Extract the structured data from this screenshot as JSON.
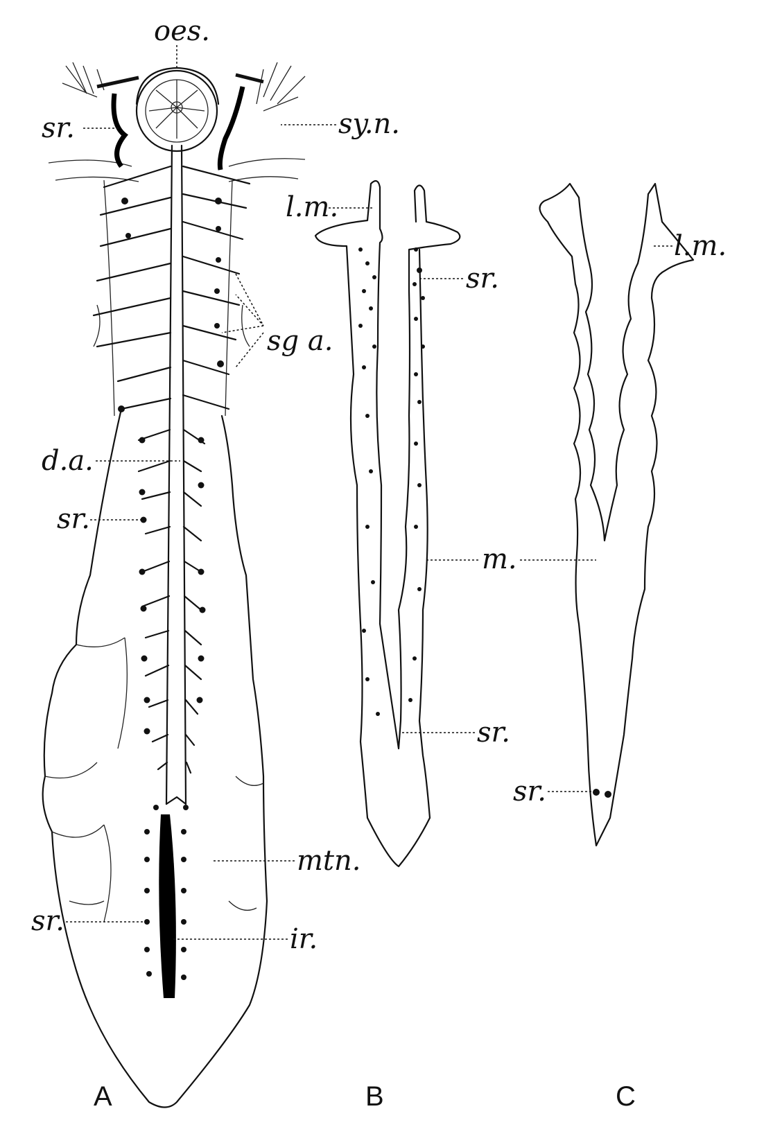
{
  "figure": {
    "panels": [
      {
        "id": "A",
        "caption": "A"
      },
      {
        "id": "B",
        "caption": "B"
      },
      {
        "id": "C",
        "caption": "C"
      }
    ],
    "labels": {
      "oes": "oes.",
      "syn": "sy.n.",
      "sr_a_top": "sr.",
      "sga": "sg a.",
      "da": "d.a.",
      "sr_a_mid": "sr.",
      "mtn": "mtn.",
      "sr_a_low": "sr.",
      "ir": "ir.",
      "lm_b": "l.m.",
      "sr_b_top": "sr.",
      "m": "m.",
      "sr_b_bottom": "sr.",
      "lm_c": "l.m.",
      "sr_c": "sr."
    }
  }
}
